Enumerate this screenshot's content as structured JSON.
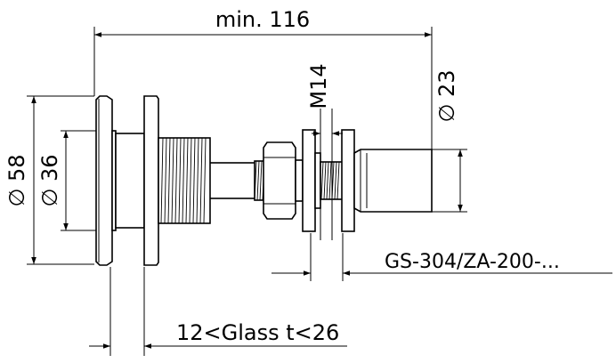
{
  "labels": {
    "overall_length": "min. 116",
    "outer_diameter": "∅ 58",
    "inner_diameter": "∅ 36",
    "thread": "M14",
    "head_diameter": "∅ 23",
    "part_number": "GS-304/ZA-200-...",
    "glass_thickness": "12<Glass t<26"
  },
  "colors": {
    "line": "#000000",
    "background": "#ffffff"
  }
}
